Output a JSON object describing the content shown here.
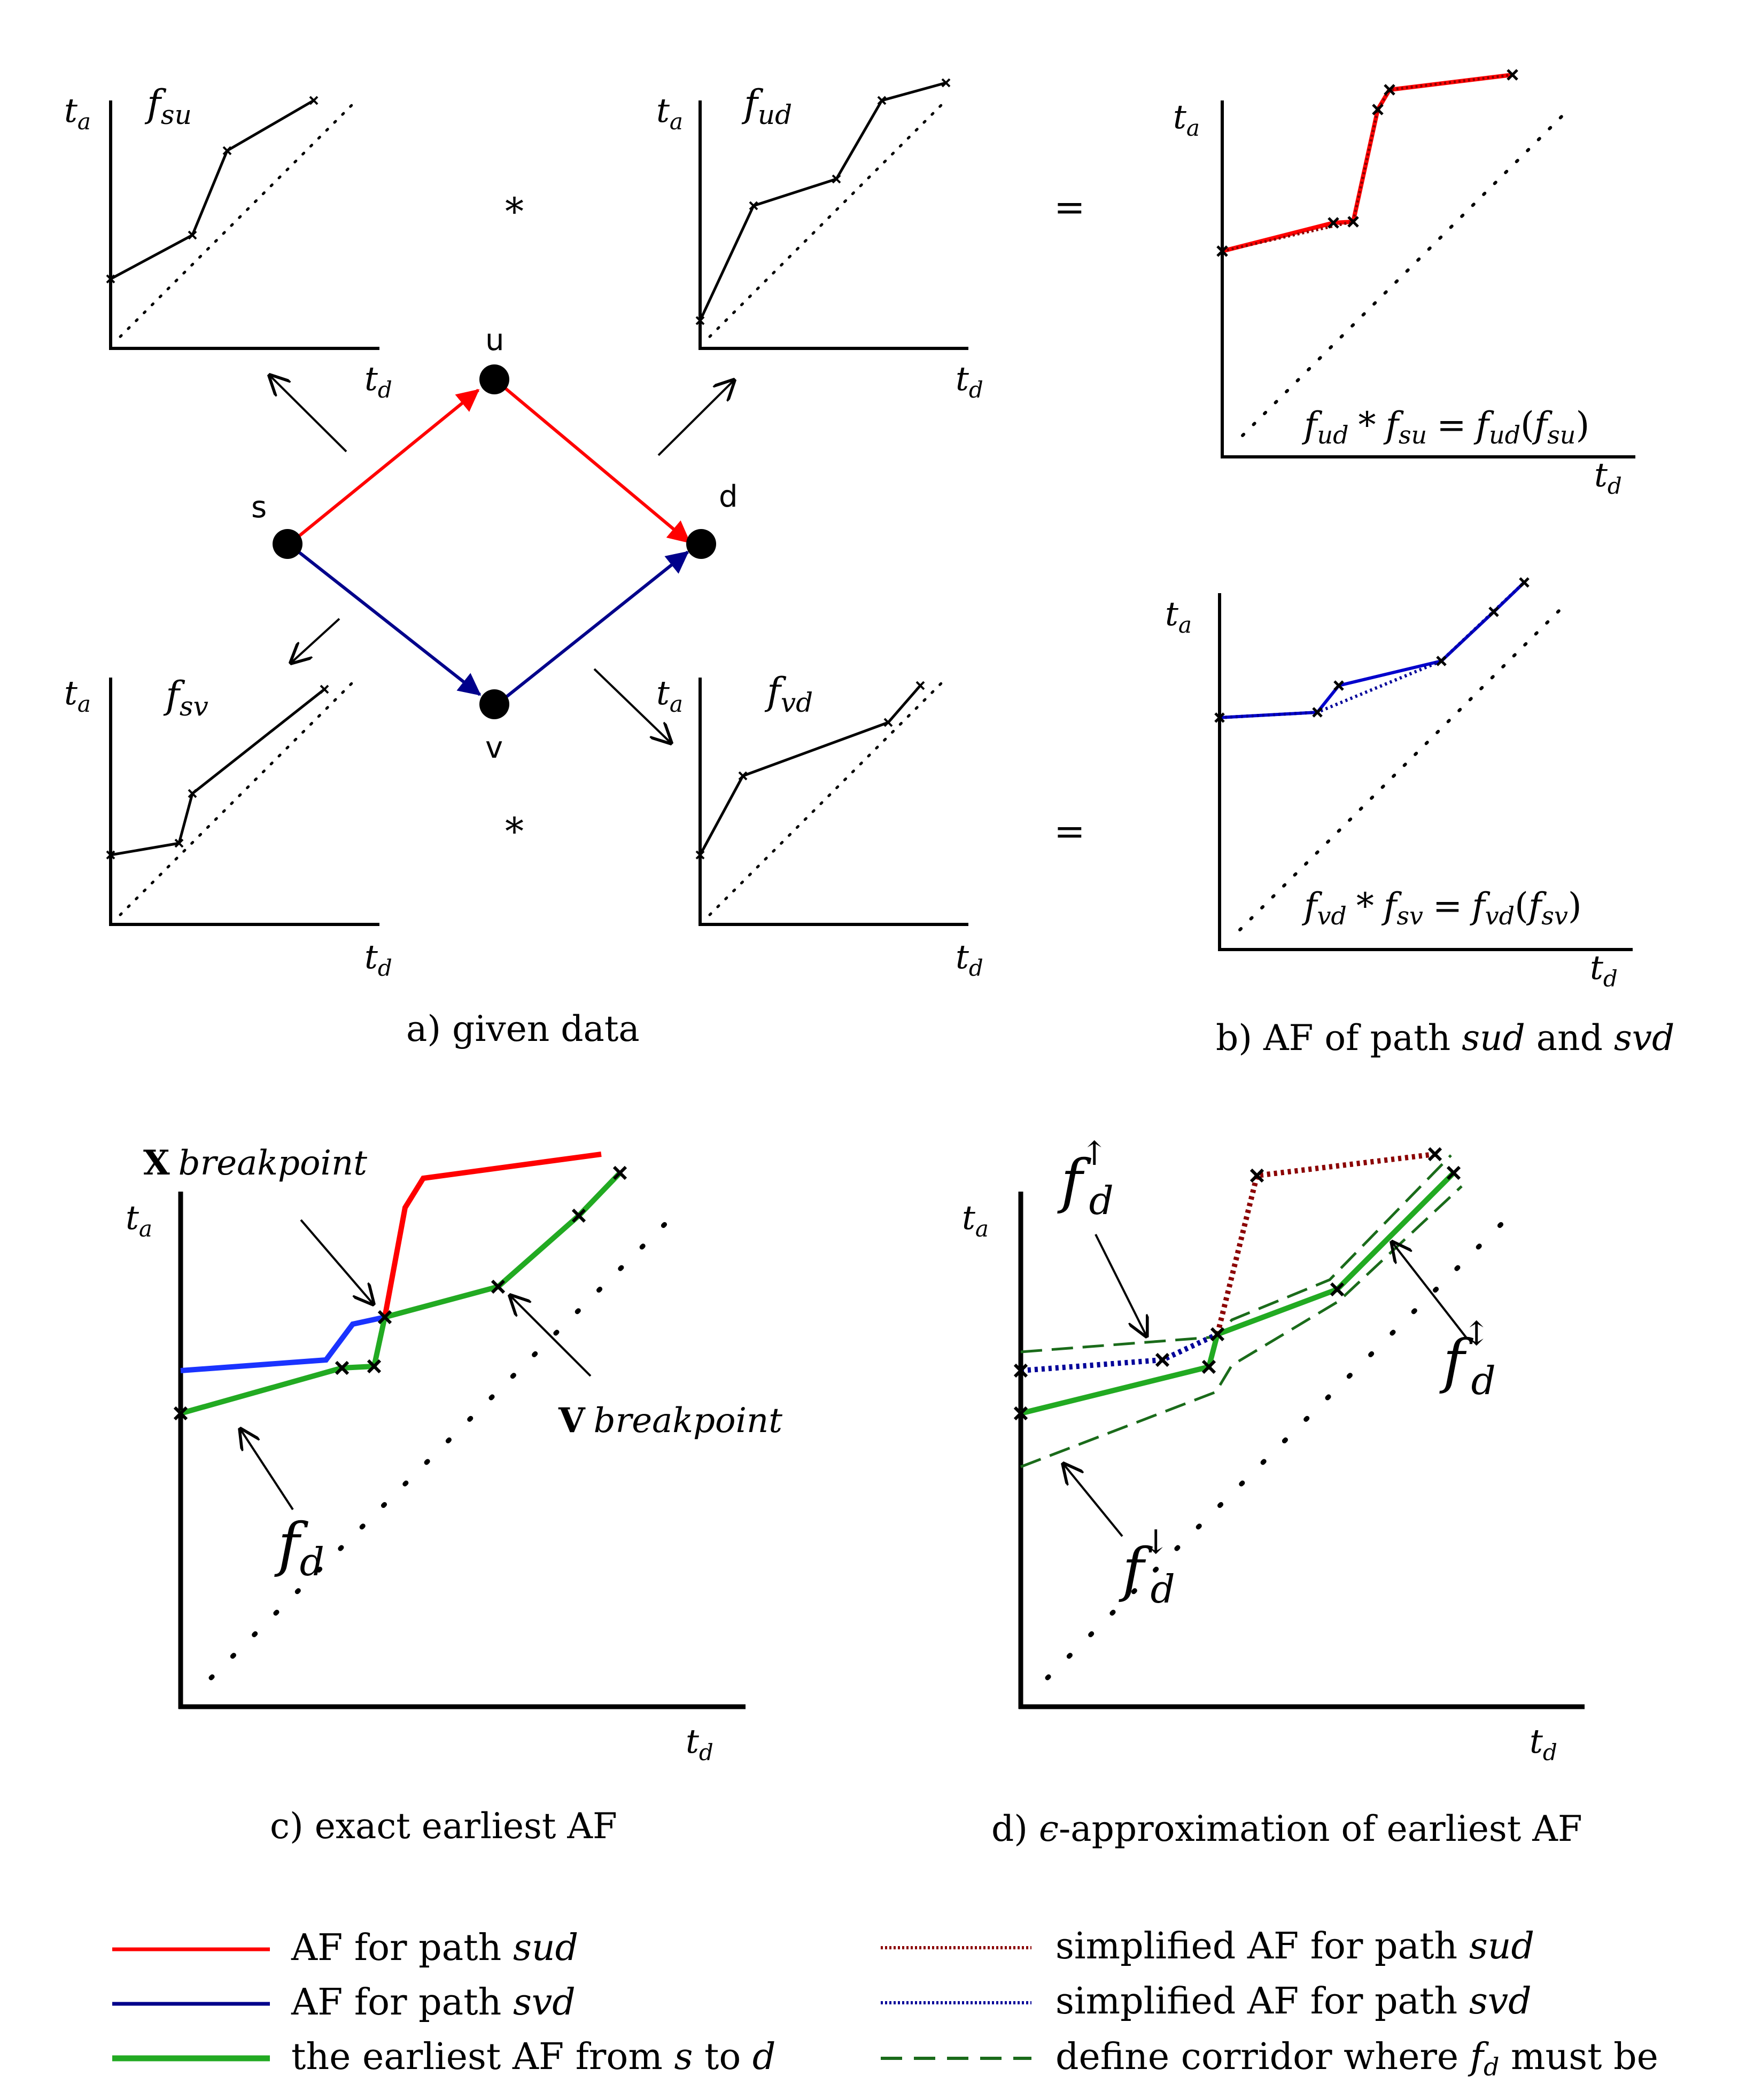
{
  "colors": {
    "sud": "#ff0000",
    "svd": "#0000cc",
    "earliest": "#22aa22",
    "simplified_sud": "#8b0000",
    "simplified_svd": "#000099",
    "corridor": "#1a6b1a",
    "axis": "#000000",
    "graph_sud": "#ff0000",
    "graph_svd": "#00008b"
  },
  "axes": {
    "ta": "t",
    "ta_sub": "a",
    "td": "t",
    "td_sub": "d"
  },
  "panel_a": {
    "caption": "a) given data",
    "nodes": {
      "s": "s",
      "u": "u",
      "d": "d",
      "v": "v"
    },
    "fn": {
      "su": {
        "base": "f",
        "sub": "su"
      },
      "ud": {
        "base": "f",
        "sub": "ud"
      },
      "sv": {
        "base": "f",
        "sub": "sv"
      },
      "vd": {
        "base": "f",
        "sub": "vd"
      }
    },
    "op_top": "*",
    "op_bottom": "*"
  },
  "panel_b": {
    "caption_prefix": "b) AF of path ",
    "caption_sud": "sud",
    "caption_mid": " and ",
    "caption_svd": "svd",
    "eq_top": "=",
    "eq_bottom": "=",
    "formula_top": {
      "f1": "f",
      "s1": "ud",
      "op": "*",
      "f2": "f",
      "s2": "su",
      "eq": "=",
      "f3": "f",
      "s3": "ud",
      "open": "(",
      "f4": "f",
      "s4": "su",
      "close": ")"
    },
    "formula_bottom": {
      "f1": "f",
      "s1": "vd",
      "op": "*",
      "f2": "f",
      "s2": "sv",
      "eq": "=",
      "f3": "f",
      "s3": "vd",
      "open": "(",
      "f4": "f",
      "s4": "sv",
      "close": ")"
    }
  },
  "panel_c": {
    "caption": "c) exact earliest AF",
    "x_bold": "X",
    "x_word": "breakpoint",
    "v_bold": "V",
    "v_word": "breakpoint",
    "fd": {
      "base": "f",
      "sub": "d"
    }
  },
  "panel_d": {
    "caption_prefix": "d) ",
    "caption_eps": "ϵ",
    "caption_rest": "-approximation of earliest AF",
    "f_up": {
      "base": "f",
      "sub": "d",
      "sup": "↑"
    },
    "f_updn": {
      "base": "f",
      "sub": "d",
      "sup": "↕"
    },
    "f_down": {
      "base": "f",
      "sub": "d",
      "sup": "↓"
    }
  },
  "legend": {
    "items": [
      {
        "prefix": "AF for path ",
        "italic": "sud",
        "suffix": ""
      },
      {
        "prefix": "AF for path ",
        "italic": "svd",
        "suffix": ""
      },
      {
        "prefix": "the earliest AF from ",
        "italic": "s",
        "mid": " to ",
        "italic2": "d"
      },
      {
        "prefix": "simplified AF for path ",
        "italic": "sud"
      },
      {
        "prefix": "simplified AF for path ",
        "italic": "svd"
      },
      {
        "prefix": "define corridor where ",
        "f": "f",
        "fsub": "d",
        "suffix": " must be"
      }
    ]
  }
}
